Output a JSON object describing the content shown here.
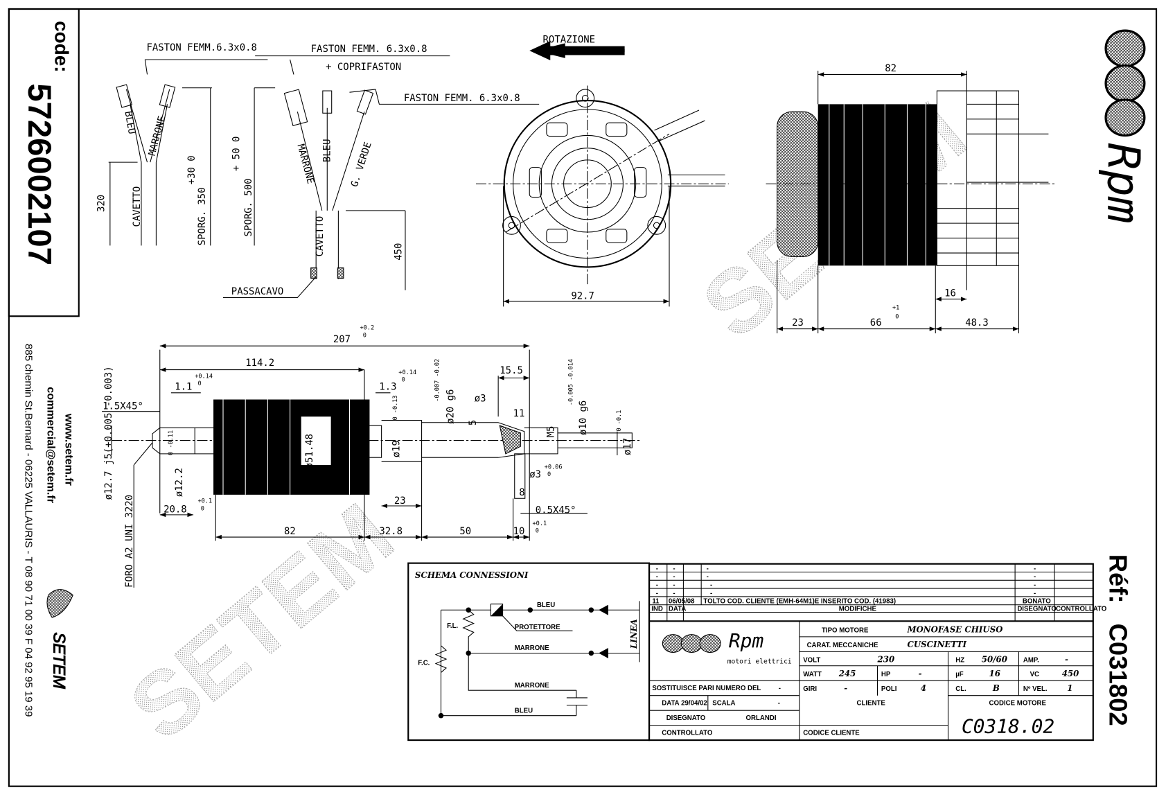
{
  "code": {
    "label": "code:",
    "value": "5726002107"
  },
  "contact": {
    "website": "www.setem.fr",
    "email": "commercial@setem.fr",
    "address": "885 chemin St.Bernard  -  06225 VALLAURIS  -  T 08 90 71 00 39   F 04 92 95 19 39",
    "logo": "SETEM"
  },
  "brand": {
    "logo": "Rpm",
    "subtitle": "motori elettrici"
  },
  "watermark": "SETEM",
  "ref": {
    "label": "Réf:",
    "value": "C031802"
  },
  "wiring": {
    "faston_a": "FASTON FEMM.6.3x0.8",
    "faston_b": "FASTON FEMM. 6.3x0.8",
    "coprifaston": "+ COPRIFASTON",
    "faston_c": "FASTON FEMM. 6.3x0.8",
    "rotation": "ROTAZIONE",
    "bleu": "BLEU",
    "marrone": "MARRONE",
    "g_verde": "G. VERDE",
    "cavetto": "CAVETTO",
    "passacavo": "PASSACAVO",
    "d320": "320",
    "sporg350": "SPORG. 350",
    "tol350": "+30  0",
    "sporg500": "SPORG. 500",
    "tol500": "+ 50  0",
    "d450": "450"
  },
  "views": {
    "d92_7": "92.7",
    "d82": "82",
    "d16": "16",
    "d23": "23",
    "d66": "66",
    "tol66": "+1",
    "tol66b": "0",
    "d48_3": "48.3"
  },
  "shaft": {
    "d207": "207",
    "tol207a": "+0.2",
    "tol207b": "0",
    "d114_2": "114.2",
    "cham1": "1.5X45°",
    "d1_1": "1.1",
    "tol1_1a": "+0.14",
    "tol1_1b": "0",
    "d1_3": "1.3",
    "tol1_3a": "+0.14",
    "tol1_3b": "0",
    "tol20": "-0.007 -0.02",
    "dia20": "ø20 g6",
    "dia3a": "ø3",
    "d15_5": "15.5",
    "d11": "11",
    "d5": "5",
    "m5": "M5",
    "tol10": "-0.005 -0.014",
    "dia10": "ø10 g6",
    "tol17": "0 -0.1",
    "dia17": "ø17",
    "dia51": "ø51.48",
    "dia19": "ø19",
    "tol19": "0 -0.13",
    "dia12_7": "ø12.7 j5(+0.005 -0.003)",
    "dia12_2": "ø12.2",
    "tol12_2": "0 -0.11",
    "foro": "FORO A2 UNI 3220",
    "d20_8": "20.8",
    "tol20_8a": "+0.1",
    "tol20_8b": "0",
    "d23": "23",
    "d82": "82",
    "d32_8": "32.8",
    "d50": "50",
    "d10": "10",
    "tol10a": "+0.1",
    "tol10b": "0",
    "tol3a": "+0.06",
    "tol3b": "0",
    "dia3b": "ø3",
    "d8": "8",
    "cham2": "0.5X45°"
  },
  "schema": {
    "title": "SCHEMA CONNESSIONI",
    "bleu": "BLEU",
    "protettore": "PROTETTORE",
    "marrone": "MARRONE",
    "marrone2": "MARRONE",
    "bleu2": "BLEU",
    "fl": "F.L.",
    "fc": "F.C.",
    "linea": "LINEA"
  },
  "revisions": [
    {
      "ind": "-",
      "data": "-",
      "modifica": "-",
      "dis": "-",
      "ctrl": ""
    },
    {
      "ind": "-",
      "data": "-",
      "modifica": "-",
      "dis": "-",
      "ctrl": ""
    },
    {
      "ind": "-",
      "data": "-",
      "modifica": "-",
      "dis": "-",
      "ctrl": ""
    },
    {
      "ind": "-",
      "data": "-",
      "modifica": "-",
      "dis": "-",
      "ctrl": ""
    },
    {
      "ind": "11",
      "data": "06/05/08",
      "modifica": "TOLTO COD. CLIENTE (EMH-64M1)E INSERITO COD. (41983)",
      "dis": "BONATO",
      "ctrl": ""
    }
  ],
  "rev_headers": {
    "ind": "IND",
    "data": "DATA",
    "modifiche": "MODIFICHE",
    "disegnato": "DISEGNATO",
    "controllato": "CONTROLLATO"
  },
  "title_block": {
    "tipo_label": "TIPO MOTORE",
    "tipo_value": "MONOFASE CHIUSO",
    "carat_label": "CARAT. MECCANICHE",
    "carat_value": "CUSCINETTI",
    "volt_label": "VOLT",
    "volt_value": "230",
    "hz_label": "HZ",
    "hz_value": "50/60",
    "amp_label": "AMP.",
    "amp_value": "-",
    "watt_label": "WATT",
    "watt_value": "245",
    "hp_label": "HP",
    "hp_value": "-",
    "uf_label": "µF",
    "uf_value": "16",
    "vc_label": "VC",
    "vc_value": "450",
    "giri_label": "GIRI",
    "giri_value": "-",
    "poli_label": "POLI",
    "poli_value": "4",
    "cl_label": "CL.",
    "cl_value": "B",
    "vel_label": "Nº VEL.",
    "vel_value": "1",
    "sostituisce_label": "SOSTITUISCE PARI NUMERO DEL",
    "sostituisce_value": "-",
    "data_label": "DATA",
    "data_value": "29/04/02",
    "scala_label": "SCALA",
    "scala_value": "-",
    "disegnato_label": "DISEGNATO",
    "disegnato_value": "ORLANDI",
    "controllato_label": "CONTROLLATO",
    "cliente_label": "CLIENTE",
    "codice_cliente_label": "CODICE CLIENTE",
    "codice_motore_label": "CODICE MOTORE",
    "codice_motore_value": "C0318.02"
  }
}
